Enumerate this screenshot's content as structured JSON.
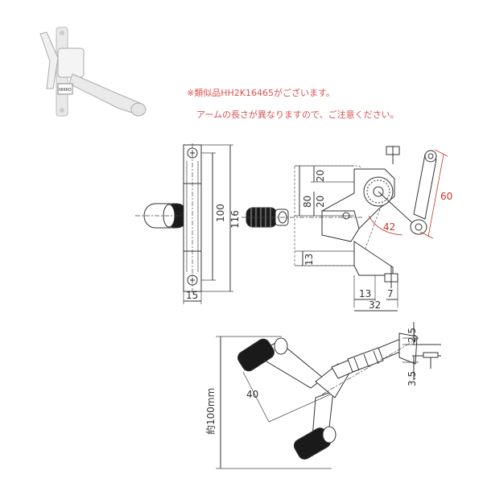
{
  "notes": {
    "line1": "※類似品HH2K16465がございます。",
    "line2": "アームの長さが異なりますので、ご注意ください。"
  },
  "product_photo": {
    "brand_mark": "NIKKO"
  },
  "dimensions": {
    "d100": "100",
    "d116": "116",
    "d15": "15",
    "d80": "80",
    "d20a": "20",
    "d20b": "20",
    "d13v": "13",
    "d13h": "13",
    "d7": "7",
    "d32": "32",
    "d60": "60",
    "d42": "42",
    "d25": "2.5",
    "d35": "3.5",
    "d40": "40",
    "d100mm": "約100mm"
  },
  "colors": {
    "note": "#d9534f",
    "dimension_red": "#c0392b",
    "knob": "#1a1a1a"
  }
}
